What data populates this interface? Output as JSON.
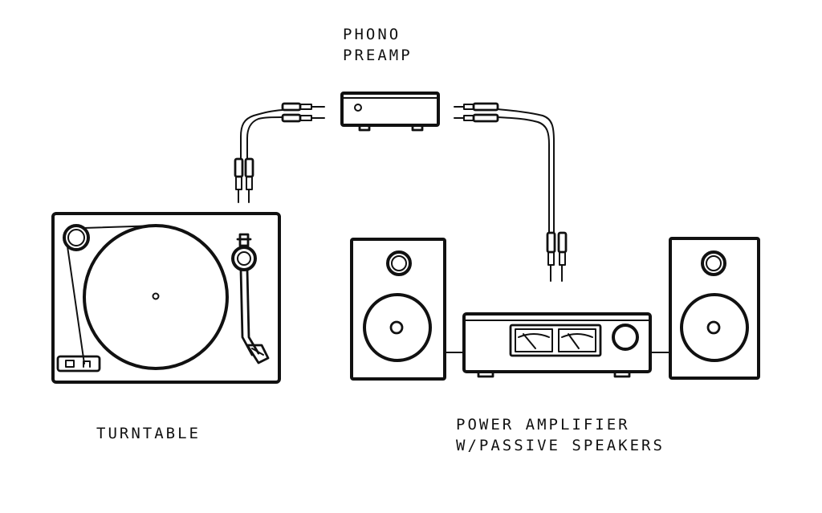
{
  "labels": {
    "preamp_line1": "PHONO",
    "preamp_line2": "PREAMP",
    "turntable": "TURNTABLE",
    "amp_line1": "POWER AMPLIFIER",
    "amp_line2": "W/PASSIVE SPEAKERS"
  },
  "ink_color": "#111111",
  "background_color": "#ffffff"
}
